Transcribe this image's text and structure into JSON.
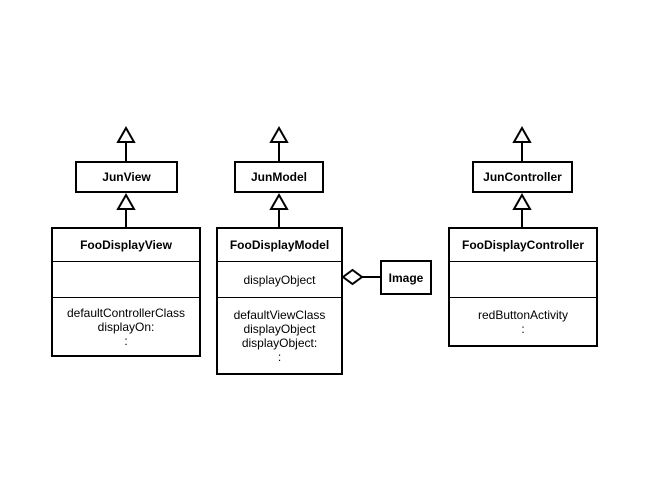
{
  "classes": {
    "jun_view": {
      "name": "JunView"
    },
    "jun_model": {
      "name": "JunModel"
    },
    "jun_controller": {
      "name": "JunController"
    },
    "image": {
      "name": "Image"
    },
    "foo_view": {
      "name": "FooDisplayView",
      "attributes": [],
      "methods": [
        "defaultControllerClass",
        "displayOn:",
        ":"
      ]
    },
    "foo_model": {
      "name": "FooDisplayModel",
      "attributes": [
        "displayObject"
      ],
      "methods": [
        "defaultViewClass",
        "displayObject",
        "displayObject:",
        ":"
      ]
    },
    "foo_controller": {
      "name": "FooDisplayController",
      "attributes": [],
      "methods": [
        "redButtonActivity",
        ":"
      ]
    }
  }
}
